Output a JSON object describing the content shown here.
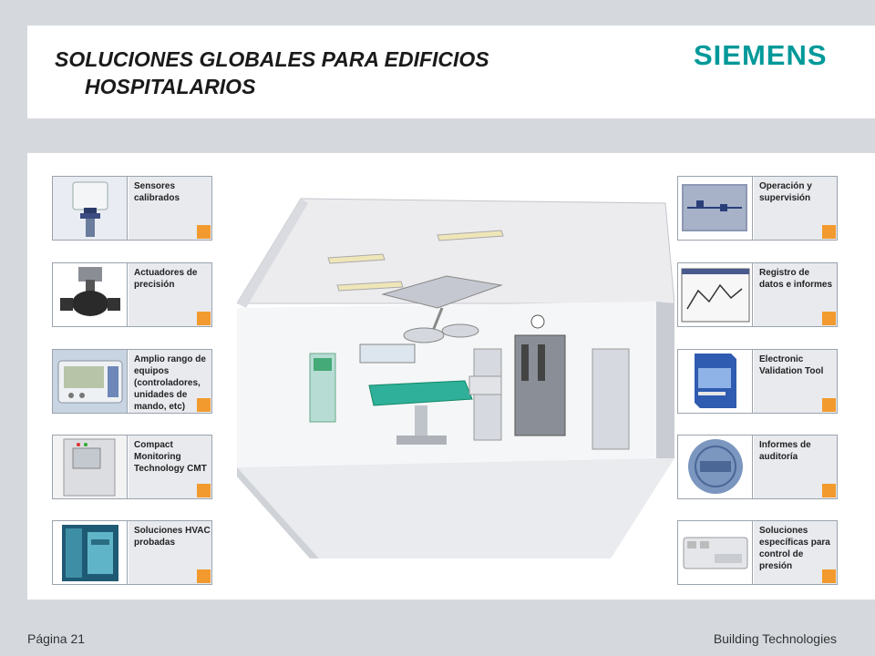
{
  "header": {
    "title_line1": "SOLUCIONES GLOBALES PARA EDIFICIOS",
    "title_line2": "HOSPITALARIOS",
    "logo": "SIEMENS"
  },
  "left_cards": [
    {
      "label": "Sensores calibrados",
      "icon": "sensor-icon"
    },
    {
      "label": "Actuadores de precisión",
      "icon": "valve-actuator-icon"
    },
    {
      "label": "Amplio rango de equipos (controladores, unidades de mando, etc)",
      "icon": "controller-icon"
    },
    {
      "label": "Compact Monitoring Technology CMT",
      "icon": "cabinet-icon"
    },
    {
      "label": "Soluciones HVAC probadas",
      "icon": "hvac-icon"
    }
  ],
  "right_cards": [
    {
      "label": "Operación y supervisión",
      "icon": "scada-screen-icon"
    },
    {
      "label": "Registro de datos e informes",
      "icon": "report-chart-icon"
    },
    {
      "label": "Electronic Validation Tool",
      "icon": "software-box-icon"
    },
    {
      "label": "Informes de auditoría",
      "icon": "audit-stamp-icon"
    },
    {
      "label": "Soluciones específicas para control de presión",
      "icon": "pressure-controller-icon"
    }
  ],
  "footer": {
    "page": "Página 21",
    "company": "Building Technologies"
  },
  "colors": {
    "accent_orange": "#f29a2e",
    "brand_teal": "#009999",
    "background": "#d5d9de"
  }
}
